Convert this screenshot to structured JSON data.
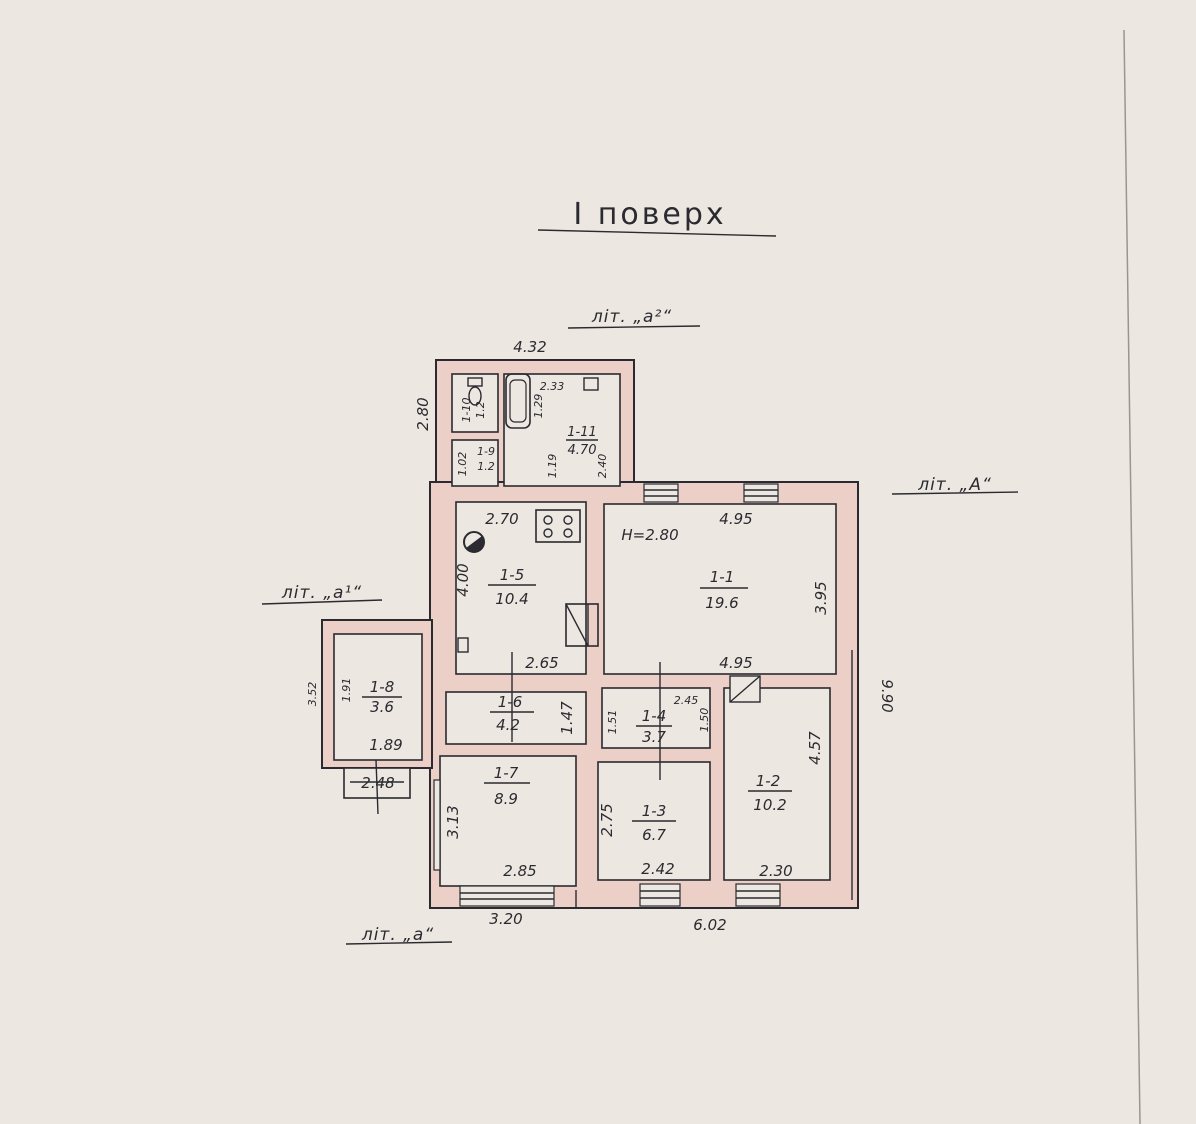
{
  "title": "I поверх",
  "labels": {
    "lit_a2": "літ. „а²“",
    "lit_A": "літ. „А“",
    "lit_a1": "літ. „а¹“",
    "lit_a": "літ. „а“"
  },
  "rooms": [
    {
      "id": "1-1",
      "area": "19.6"
    },
    {
      "id": "1-2",
      "area": "10.2"
    },
    {
      "id": "1-3",
      "area": "6.7"
    },
    {
      "id": "1-4",
      "area": "3.7"
    },
    {
      "id": "1-5",
      "area": "10.4"
    },
    {
      "id": "1-6",
      "area": "4.2"
    },
    {
      "id": "1-7",
      "area": "8.9"
    },
    {
      "id": "1-8",
      "area": "3.6"
    },
    {
      "id": "1-9",
      "area": "1.2"
    },
    {
      "id": "1-10",
      "area": "1.2"
    },
    {
      "id": "1-11",
      "area": "4.70"
    }
  ],
  "height_note": "H=2.80",
  "dimensions": {
    "a2_width": "4.32",
    "a2_height": "2.80",
    "bath_w": "2.33",
    "bath_h": "1.29",
    "r111_h": "2.40",
    "r19_w": "1.02",
    "r19_h": "1.19",
    "r11_top": "4.95",
    "r11_bottom": "4.95",
    "r11_height": "3.95",
    "r15_top": "2.70",
    "r15_height": "4.00",
    "r15_bottom": "2.65",
    "r16_height": "1.47",
    "r14_width": "2.45",
    "r14_left": "1.51",
    "r14_right": "1.50",
    "r12_height": "4.57",
    "r12_bottom": "2.30",
    "r13_height": "2.75",
    "r13_bottom": "2.42",
    "r17_height": "3.13",
    "r17_bottom": "2.85",
    "r18_height": "1.91",
    "r18_bottom": "1.89",
    "a1_height": "3.52",
    "porch_width": "2.48",
    "total_height": "9.90",
    "bottom_left": "3.20",
    "bottom_right": "6.02"
  }
}
